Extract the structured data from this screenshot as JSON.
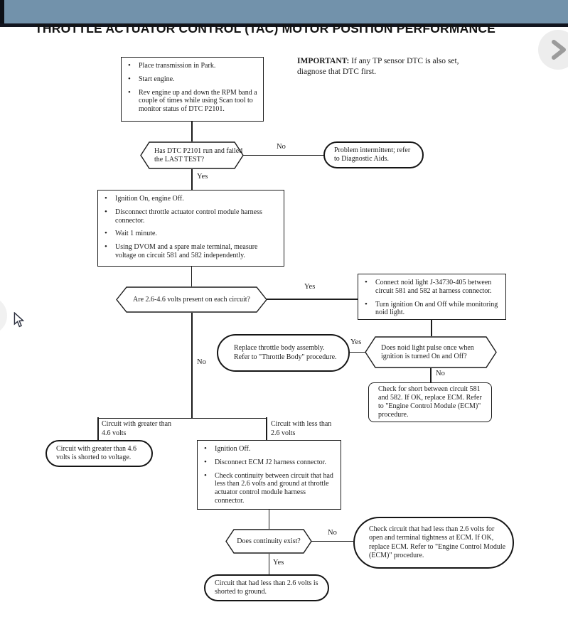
{
  "ui": {
    "colors": {
      "top_bar": "#7292ab",
      "top_bar_edge": "#12151f",
      "button_circle": "#ededed",
      "chevron": "#9b9b9b",
      "ink": "#1b1b1b"
    }
  },
  "flow": {
    "title": "THROTTLE ACTUATOR CONTROL (TAC) MOTOR POSITION PERFORMANCE",
    "important_label": "IMPORTANT:",
    "important_text": "If any TP sensor DTC is also set, diagnose that DTC first.",
    "labels": {
      "yes": "Yes",
      "no": "No"
    },
    "start_box": {
      "bullets": [
        "Place transmission in Park.",
        "Start engine.",
        "Rev engine up and down the RPM band a couple of times while using Scan tool to monitor status of DTC P2101."
      ]
    },
    "q_dtc": "Has DTC P2101 run and failed the LAST TEST?",
    "intermittent_oval": "Problem intermittent; refer to Diagnostic Aids.",
    "prep_box": {
      "bullets": [
        "Ignition On, engine Off.",
        "Disconnect throttle actuator control module harness connector.",
        "Wait 1 minute.",
        "Using DVOM and a spare male terminal, measure voltage on circuit 581 and 582 independently."
      ]
    },
    "q_volts": "Are 2.6-4.6 volts present on each circuit?",
    "noid_box": {
      "bullets": [
        "Connect noid light J-34730-405 between circuit 581 and 582 at harness connector.",
        "Turn ignition On and Off while monitoring noid light."
      ]
    },
    "q_pulse": "Does noid light pulse once when ignition is turned On and Off?",
    "replace_oval": "Replace throttle body assembly. Refer to \"Throttle Body\" procedure.",
    "short_box": "Check for short between circuit 581 and 582. If OK, replace ECM. Refer to \"Engine Control Module (ECM)\" procedure.",
    "branch_left": "Circuit with greater than 4.6 volts",
    "branch_right": "Circuit with less than 2.6 volts",
    "voltage_oval": "Circuit with greater than 4.6 volts is shorted to voltage.",
    "continuity_box": {
      "bullets": [
        "Ignition Off.",
        "Disconnect ECM J2 harness connector.",
        "Check continuity between circuit that had less than 2.6 volts and ground at throttle actuator control module harness connector."
      ]
    },
    "q_continuity": "Does continuity exist?",
    "ecm_oval": "Check circuit that had less than 2.6 volts for open and terminal tightness at ECM. If OK, replace ECM. Refer to \"Engine Control Module (ECM)\" procedure.",
    "ground_oval": "Circuit that had less than 2.6 volts is shorted to ground."
  }
}
